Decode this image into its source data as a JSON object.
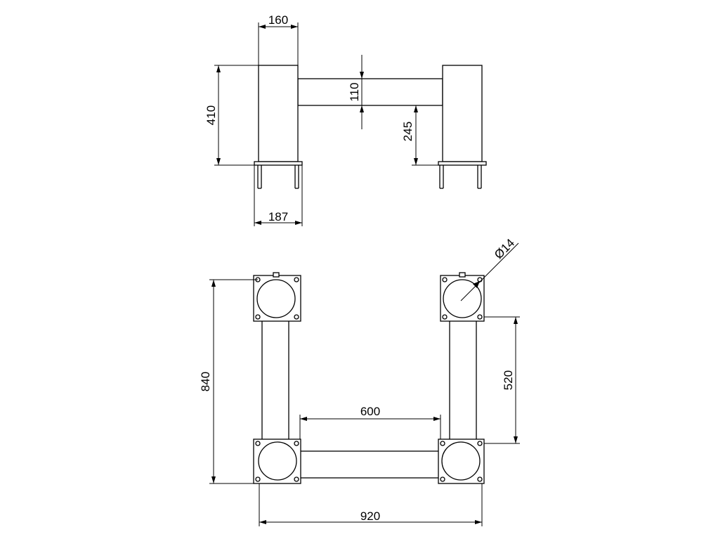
{
  "background_color": "#ffffff",
  "line_color": "#000000",
  "dimensions": {
    "side_post_width": "160",
    "side_height": "410",
    "beam_height": "110",
    "beam_bottom_height": "245",
    "base_plate_width": "187",
    "hole_diameter": "Ø14",
    "plan_depth": "840",
    "beam_gap": "600",
    "right_arm_length": "520",
    "overall_width": "920"
  }
}
